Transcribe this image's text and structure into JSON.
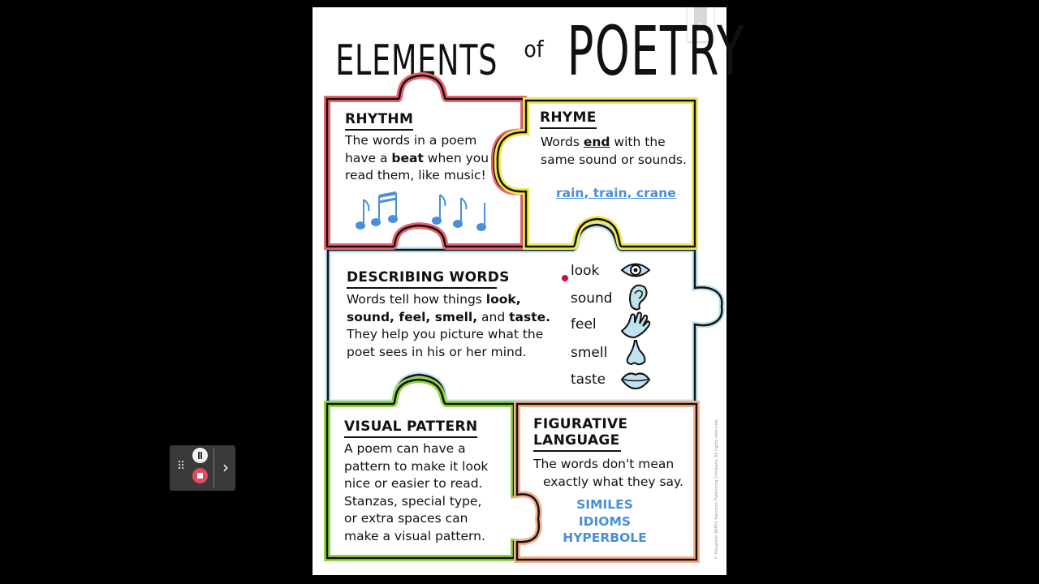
{
  "poster": {
    "title_part1": "ELEMENTS",
    "title_part2": "of",
    "title_part3": "POETRY",
    "rhythm": {
      "heading": "RHYTHM",
      "line1": "The words in a poem",
      "line2_pre": "have a ",
      "line2_bold": "beat",
      "line2_post": " when you",
      "line3": "read them, like music!"
    },
    "rhyme": {
      "heading": "RHYME",
      "line1_pre": "Words ",
      "line1_bold": "end",
      "line1_post": " with the",
      "line2": "same sound or sounds.",
      "example": "rain, train, crane"
    },
    "describing": {
      "heading": "DESCRIBING WORDS",
      "line1_pre": "Words tell how things ",
      "line1_bold": "look,",
      "line2_bold": "sound, feel, smell,",
      "line2_mid": " and ",
      "line2_bold2": "taste.",
      "line3": "They help you picture what the",
      "line4": "poet sees in his or her mind.",
      "senses": [
        {
          "label": "look",
          "icon": "eye-icon"
        },
        {
          "label": "sound",
          "icon": "ear-icon"
        },
        {
          "label": "feel",
          "icon": "hand-icon"
        },
        {
          "label": "smell",
          "icon": "nose-icon"
        },
        {
          "label": "taste",
          "icon": "lips-icon"
        }
      ]
    },
    "visual": {
      "heading": "VISUAL PATTERN",
      "lines": [
        "A poem can have a",
        "pattern to make it look",
        "nice or easier to read.",
        "Stanzas, special type,",
        "or extra spaces can",
        "make a visual pattern."
      ]
    },
    "figurative": {
      "heading_line1": "FIGURATIVE",
      "heading_line2": "LANGUAGE",
      "line1": "The words don't mean",
      "line2": "exactly what they say.",
      "examples": [
        "SIMILES",
        "IDIOMS",
        "HYPERBOLE"
      ]
    },
    "copyright": "© Houghton Mifflin Harcourt Publishing Company. All rights reserved."
  },
  "colors": {
    "rhythm": "#e8636e",
    "rhyme": "#f2e84a",
    "describing": "#bfe3f0",
    "visual": "#8fd642",
    "figurative": "#f4b08e",
    "accent_blue": "#4a8fdc",
    "laser_dot": "#d10f3d"
  },
  "icons": {
    "bookmark": "bookmark-icon",
    "music": "music-notes-icon",
    "grip": "drag-handle-icon",
    "pause": "pause-icon",
    "stop": "stop-icon",
    "next": "chevron-right-icon"
  }
}
